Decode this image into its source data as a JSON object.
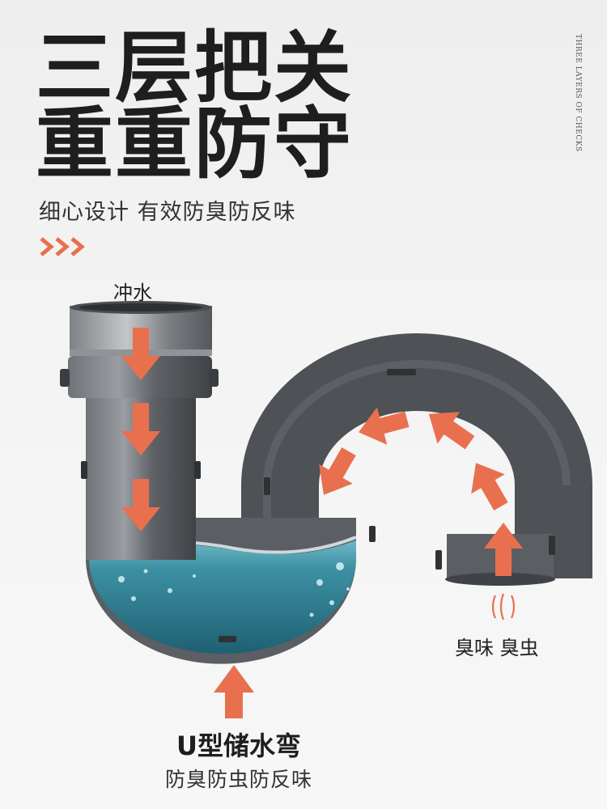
{
  "header": {
    "title_line1": "三层把关",
    "title_line2": "重重防守",
    "subtitle": "细心设计 有效防臭防反味",
    "vertical_english": "THREE LAYERS OF CHECKS"
  },
  "diagram": {
    "label_flush": "冲水",
    "label_odor": "臭味 臭虫",
    "bottom_title": "U型储水弯",
    "bottom_subtitle": "防臭防虫防反味"
  },
  "colors": {
    "arrow": "#e8704f",
    "pipe": "#5b5e62",
    "water": "#2f7f92"
  }
}
